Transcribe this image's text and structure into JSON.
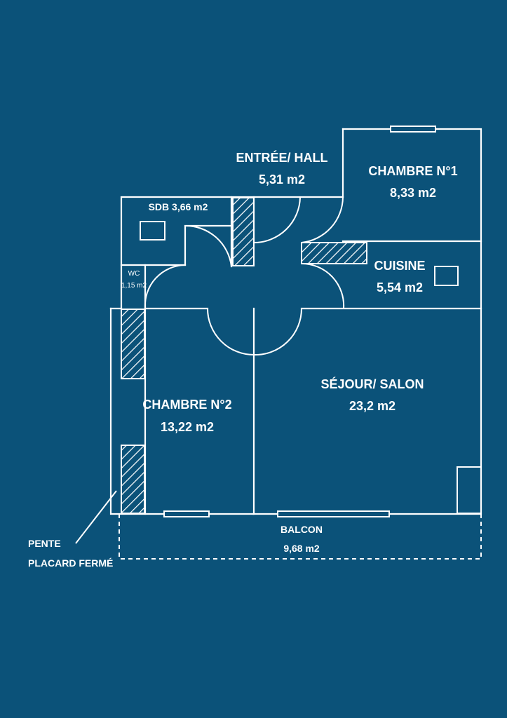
{
  "rooms": {
    "entree": {
      "name": "ENTRÉE/ HALL",
      "area": "5,31 m2"
    },
    "chambre1": {
      "name": "CHAMBRE N°1",
      "area": "8,33 m2"
    },
    "sdb": {
      "label": "SDB 3,66 m2"
    },
    "cuisine": {
      "name": "CUISINE",
      "area": "5,54 m2"
    },
    "wc": {
      "name": "WC",
      "area": "1,15 m2"
    },
    "sejour": {
      "name": "SÉJOUR/ SALON",
      "area": "23,2 m2"
    },
    "chambre2": {
      "name": "CHAMBRE N°2",
      "area": "13,22 m2"
    },
    "balcon": {
      "name": "BALCON",
      "area": "9,68 m2"
    }
  },
  "annotation": {
    "line1": "PENTE",
    "line2": "PLACARD FERMÉ"
  },
  "colors": {
    "background": "#0b5279",
    "lines": "#ffffff"
  }
}
